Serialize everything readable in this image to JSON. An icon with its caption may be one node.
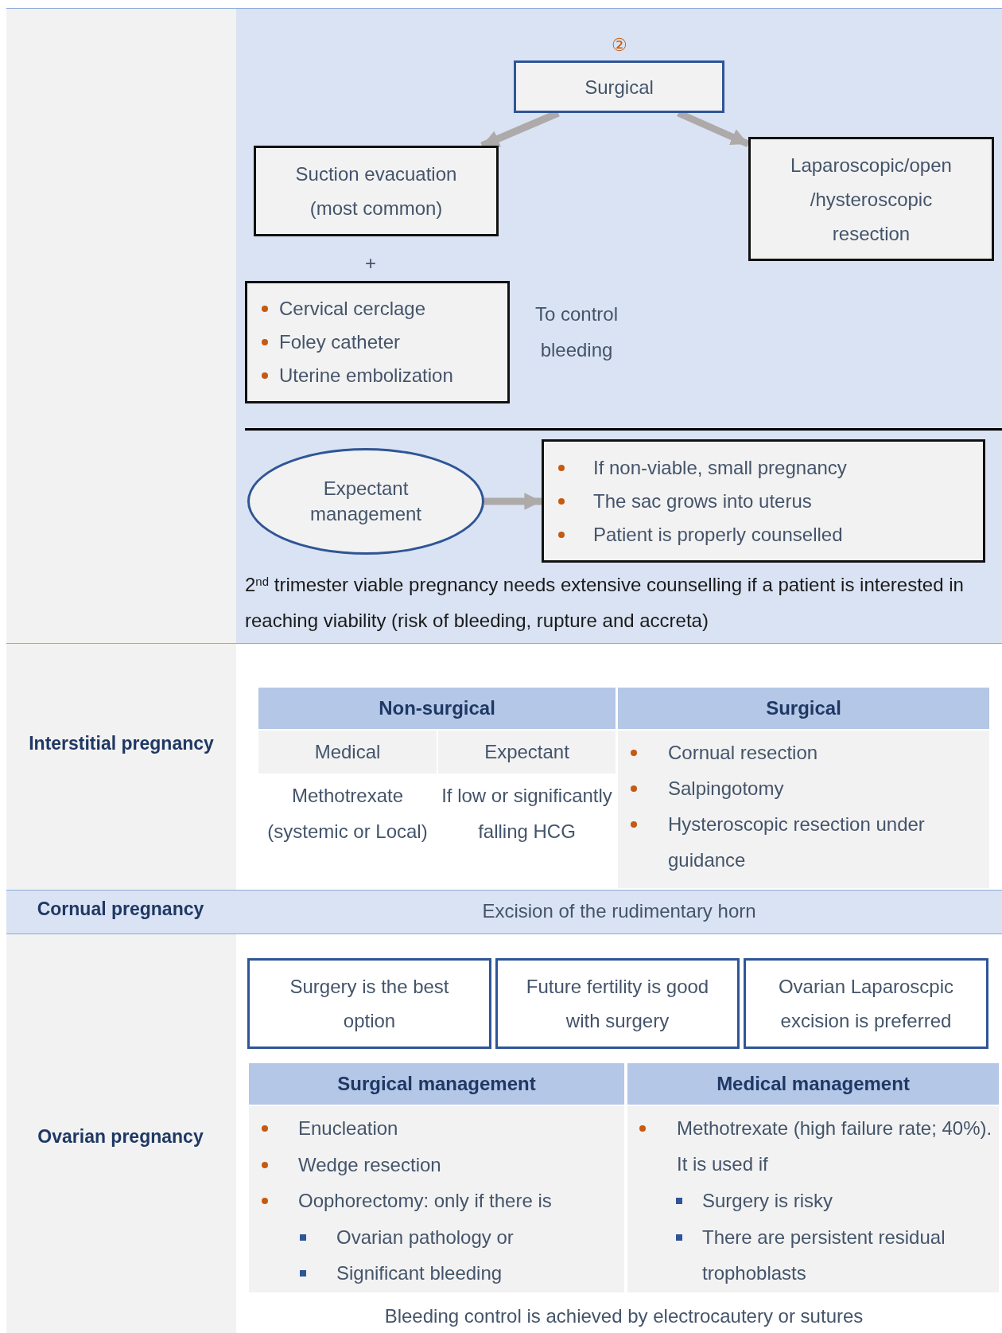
{
  "diagram": {
    "nodes": [
      {
        "text": [
          "Surgical"
        ],
        "beside": [
          "②"
        ]
      },
      {
        "text": [
          "Suction evacuation (most common)"
        ]
      },
      {
        "text": [
          "Laparoscopic/open /hysteroscopic resection"
        ]
      },
      {
        "text": [
          "Cervical cerclage",
          "Foley catheter",
          "Uterine embolization"
        ]
      },
      {
        "text": [
          "Expectant management"
        ]
      },
      {
        "text": [
          "If non-viable, small pregnancy",
          "The sac grows into uterus",
          "Patient is properly counselled"
        ]
      },
      {
        "text": [
          "Surgery is the best option"
        ]
      },
      {
        "text": [
          "Future fertility is good with surgery"
        ]
      },
      {
        "text": [
          "Ovarian Laparoscpic excision is preferred"
        ]
      }
    ],
    "edges": [
      {
        "from": 0,
        "to": 1,
        "arrow": "to"
      },
      {
        "from": 0,
        "to": 2,
        "arrow": "to"
      },
      {
        "from": 4,
        "to": 5,
        "arrow": "to"
      }
    ],
    "labels": [
      "+",
      "To control bleeding",
      "2$^{nd}$ trimester viable pregnancy needs extensive counselling if a patient is interested in reaching viability (risk of bleeding, rupture and accreta)",
      "Interstitial pregnancy",
      "Non-surgical",
      "Surgical",
      "Medical",
      "Expectant",
      "Methotrexate (systemic or Local)",
      "If low or significantly falling HCG",
      "Cornual resection",
      "Salpingotomy",
      "Hysteroscopic resection under guidance",
      "Cornual pregnancy",
      "Excision of the rudimentary horn",
      "Ovarian pregnancy",
      "Surgical management",
      "Medical management",
      "Enucleation",
      "Wedge resection",
      "Oophorectomy: only if there is",
      "Ovarian pathology or",
      "Significant bleeding",
      "Methotrexate (high failure rate; 40%). It is used if",
      "Surgery is risky",
      "There are persistent residual trophoblasts",
      "Bleeding control is achieved by electrocautery or sutures"
    ]
  }
}
